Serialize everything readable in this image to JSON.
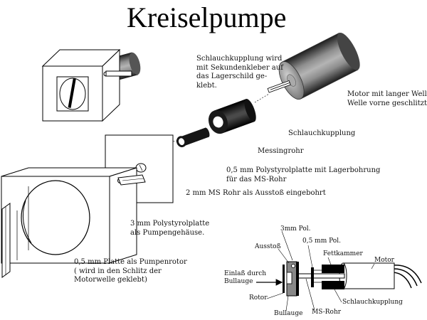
{
  "title": "Kreiselpumpe",
  "labels": {
    "hose_glued": [
      "Schlauchkupplung wird",
      "mit Sekundenkleber auf",
      "das Lagerschild ge-",
      "klebt."
    ],
    "motor_long_shaft": [
      "Motor mit langer Welle,",
      "Welle vorne geschlitzt"
    ],
    "hose_coupling": "Schlauchkupplung",
    "brass_tube": "Messingrohr",
    "ps_plate_bearing": [
      "0,5 mm Polystyrolplatte mit Lagerbohrung",
      "für das MS-Rohr"
    ],
    "ms_outlet": "2 mm MS Rohr als Ausstoß eingebohrt",
    "pump_housing": [
      "3 mm Polystyrolplatte",
      "als Pumpengehäuse."
    ],
    "rotor_plate": [
      "0,5 mm Platte als Pumpenrotor",
      "( wird in den Schlitz der",
      "Motorwelle geklebt)"
    ]
  },
  "section": {
    "pol3": "3mm Pol.",
    "pol05": "0,5 mm Pol.",
    "ausstoss": "Ausstoß",
    "fettkammer": "Fettkammer",
    "motor": "Motor",
    "einlass": [
      "Einlaß durch",
      "Bullauge"
    ],
    "rotor": "Rotor",
    "bullauge": "Bullauge",
    "msrohr": "MS-Rohr",
    "schlauchkupplung": "Schlauchkupplung"
  }
}
